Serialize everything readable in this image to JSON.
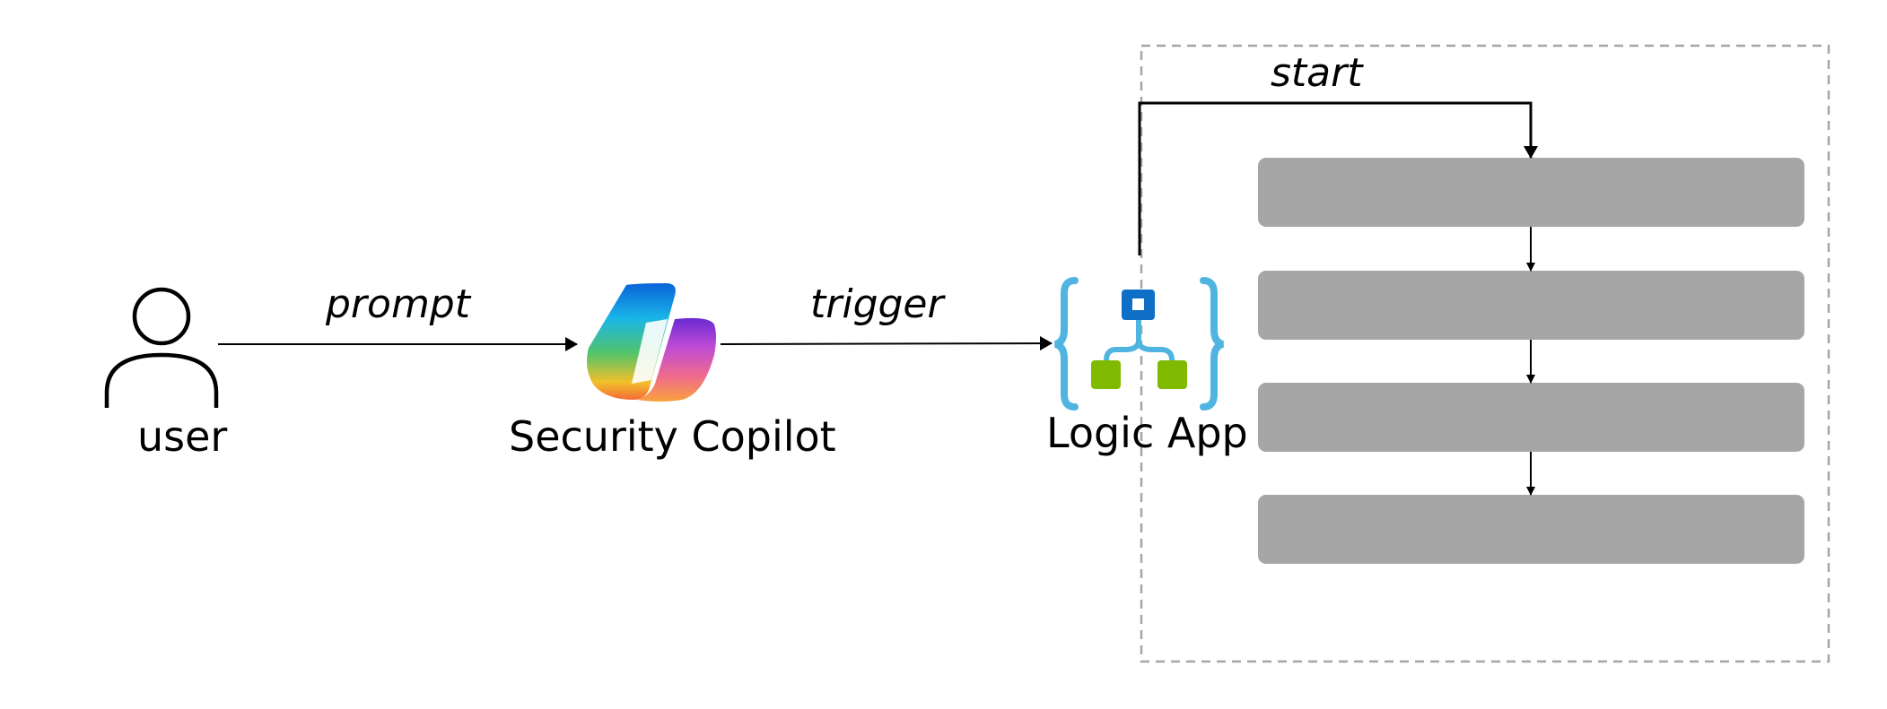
{
  "nodes": {
    "user": {
      "label": "user",
      "icon": "person-icon"
    },
    "copilot": {
      "label": "Security Copilot",
      "icon": "security-copilot-logo-icon"
    },
    "logic_app": {
      "label": "Logic App",
      "icon": "logic-app-icon"
    }
  },
  "edges": {
    "prompt": "prompt",
    "trigger": "trigger",
    "start": "start"
  },
  "workflow_steps": [
    "",
    "",
    "",
    ""
  ],
  "colors": {
    "line": "#000000",
    "step_fill": "#a6a6a6",
    "boundary_stroke": "#a6a6a6",
    "logic_braces": "#50b4e0",
    "logic_top_node": "#0f6fc6",
    "logic_child_nodes": "#7fba00"
  }
}
